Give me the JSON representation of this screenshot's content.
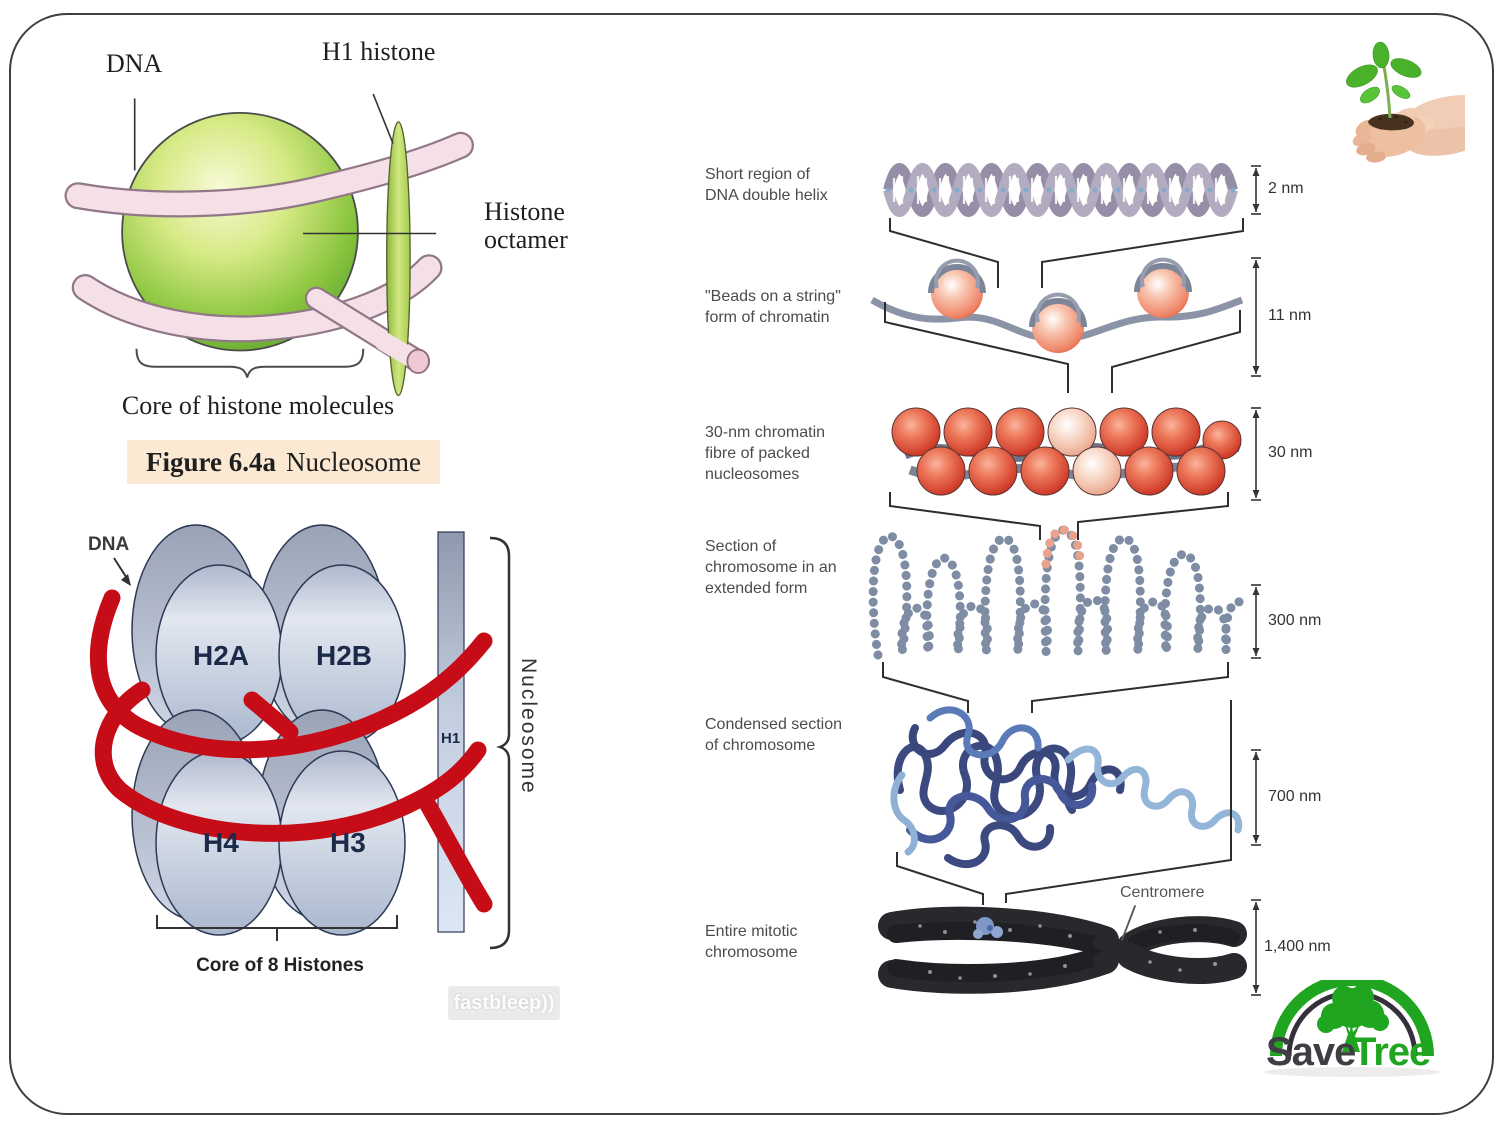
{
  "figure_a": {
    "dna_label": "DNA",
    "h1_label": "H1 histone",
    "octamer_label": "Histone\noctamer",
    "core_label": "Core of histone molecules",
    "caption_bold": "Figure  6.4a",
    "caption_text": "Nucleosome"
  },
  "figure_b": {
    "dna_label": "DNA",
    "h2a": "H2A",
    "h2b": "H2B",
    "h4": "H4",
    "h3": "H3",
    "h1": "H1",
    "nucleosome_label": "Nucleosome",
    "core_label": "Core of 8 Histones",
    "watermark": "fastbleep))"
  },
  "packing": {
    "levels": [
      {
        "label": "Short region of\nDNA double helix",
        "size": "2 nm"
      },
      {
        "label": "\"Beads on a string\"\nform of chromatin",
        "size": "11 nm"
      },
      {
        "label": "30-nm chromatin\nfibre of packed\nnucleosomes",
        "size": "30 nm"
      },
      {
        "label": "Section of\nchromosome in an\nextended form",
        "size": "300 nm"
      },
      {
        "label": "Condensed section\nof chromosome",
        "size": "700 nm"
      },
      {
        "label": "Entire mitotic\nchromosome",
        "size": "1,400 nm"
      }
    ],
    "centromere_label": "Centromere"
  },
  "logo": {
    "word1": "Save",
    "word2": "Tree"
  },
  "colors": {
    "caption_bg": "#fbe9d4",
    "dna_red": "#c60d17",
    "logo_green": "#1fa51f",
    "bead_red": "#cf3a28",
    "bead_salmon": "#ef8668",
    "histone_green": "#8cc63f"
  }
}
